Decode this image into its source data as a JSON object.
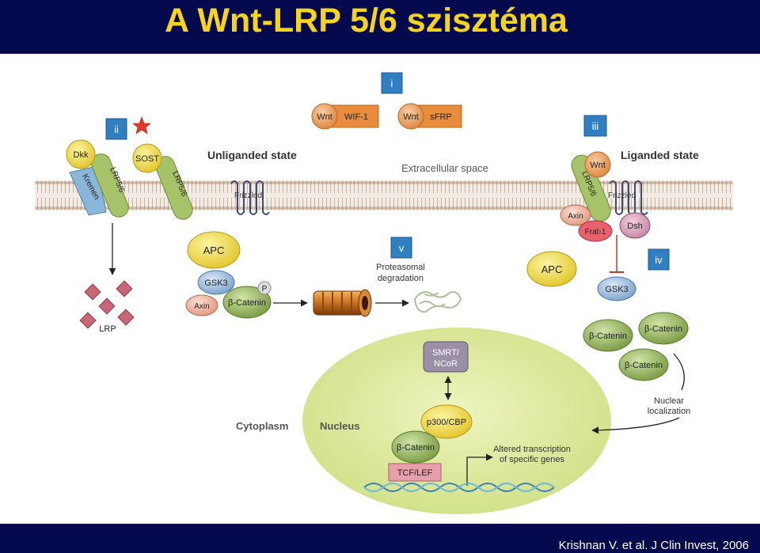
{
  "slide": {
    "title": "A Wnt-LRP 5/6 szisztéma",
    "citation": "Krishnan V. et al. J Clin Invest, 2006"
  },
  "colors": {
    "header_bg": "#050a4e",
    "title": "#f5d41a",
    "membrane": "#c4a892",
    "panel_badge": "#2f7fc1",
    "gsk3": "#7fa6cf",
    "apc": "#d9d85a",
    "beta_catenin": "#8fae5a",
    "axin": "#e7a98e",
    "wnt": "#e39a55",
    "nucleus": "#e5eea8",
    "tcf_lef": "#e79fab",
    "smrt": "#9a8fa6",
    "star": "#e23a2b"
  },
  "diagram": {
    "panels": {
      "i": "i",
      "ii": "ii",
      "iii": "iii",
      "iv": "iv",
      "v": "v"
    },
    "regions": {
      "extracellular": "Extracellular space",
      "unliganded": "Unliganded state",
      "liganded": "Liganded state",
      "cytoplasm": "Cytoplasm",
      "nucleus": "Nucleus"
    },
    "proteins": {
      "wnt": "Wnt",
      "wif1": "WIF-1",
      "sfrp": "sFRP",
      "dkk": "Dkk",
      "kremen": "Kremen",
      "lrp56": "LRP5/6",
      "sost": "SOST",
      "frizzled": "Frizzled",
      "apc": "APC",
      "gsk3": "GSK3",
      "axin": "Axin",
      "beta_catenin": "β-Catenin",
      "phospho": "P",
      "frat1": "Frat-1",
      "dsh": "Dsh",
      "lrp": "LRP",
      "smrt_line1": "SMRT/",
      "smrt_line2": "NCoR",
      "p300": "p300/CBP",
      "tcf_lef": "TCF/LEF"
    },
    "annotations": {
      "proteasomal_line1": "Proteasomal",
      "proteasomal_line2": "degradation",
      "nuclear_line1": "Nuclear",
      "nuclear_line2": "localization",
      "transcription_line1": "Altered transcription",
      "transcription_line2": "of specific genes"
    }
  }
}
